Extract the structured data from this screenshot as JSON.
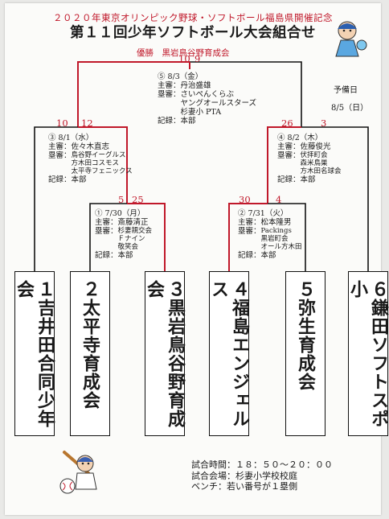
{
  "title_top": "２０２０年東京オリンピック野球・ソフトボール福島県開催記念",
  "title_main": "第１１回少年ソフトボール大会組合せ",
  "winner": "優勝　黒岩鳥谷野育成会",
  "scores": {
    "final_left": "10",
    "final_right": "9",
    "semi_left_a": "10",
    "semi_left_b": "12",
    "semi_right_a": "26",
    "semi_right_b": "3",
    "q_left_a": "5",
    "q_left_b": "25",
    "q_right_a": "30",
    "q_right_b": "4"
  },
  "final_info": {
    "date": "⑤ 8/3（金）",
    "umpire": "主審：丹治盛雄",
    "base_label": "塁審：",
    "base": [
      "さいぺんくらぶ",
      "ヤングオールスターズ",
      "杉妻小 PTA"
    ],
    "record": "記録：本部"
  },
  "reserve": {
    "label": "予備日",
    "date": "8/5（日）"
  },
  "semi_left_info": {
    "date": "③ 8/1（水）",
    "umpire": "主審：佐々木直志",
    "base_label": "塁審：",
    "base": [
      "鳥谷野イーグルス",
      "方木田コスモス",
      "太平寺フェニックス"
    ],
    "record": "記録：本部"
  },
  "semi_right_info": {
    "date": "④ 8/2（木）",
    "umpire": "主審：佐藤俊光",
    "base_label": "塁審：",
    "base": [
      "伏拝町会",
      "森米鳥巣",
      "方木田名球会"
    ],
    "record": "記録：本部"
  },
  "q_left_info": {
    "date": "① 7/30（月）",
    "umpire": "主審：斎藤清正",
    "base_label": "塁審：",
    "base": [
      "杉妻親交会",
      "Ｆナイン",
      "敬笑会"
    ],
    "record": "記録：本部"
  },
  "q_right_info": {
    "date": "② 7/31（火）",
    "umpire": "主審：松本隆男",
    "base_label": "塁審：",
    "base": [
      "Packings",
      "黒岩町会",
      "オール方木田"
    ],
    "record": "記録：本部"
  },
  "teams": [
    "１吉井田合同少年会",
    "２太平寺育成会",
    "３黒岩鳥谷野育成会",
    "４福島エンジェルス",
    "５弥生育成会",
    "６鎌田ソフトスポ小"
  ],
  "footer": {
    "time": "試合時間：１８：５０～２０：００",
    "venue": "試合会場：杉妻小学校校庭",
    "bench": "ベンチ：若い番号が１塁側"
  },
  "colors": {
    "red": "#c0182a",
    "black": "#111111"
  }
}
